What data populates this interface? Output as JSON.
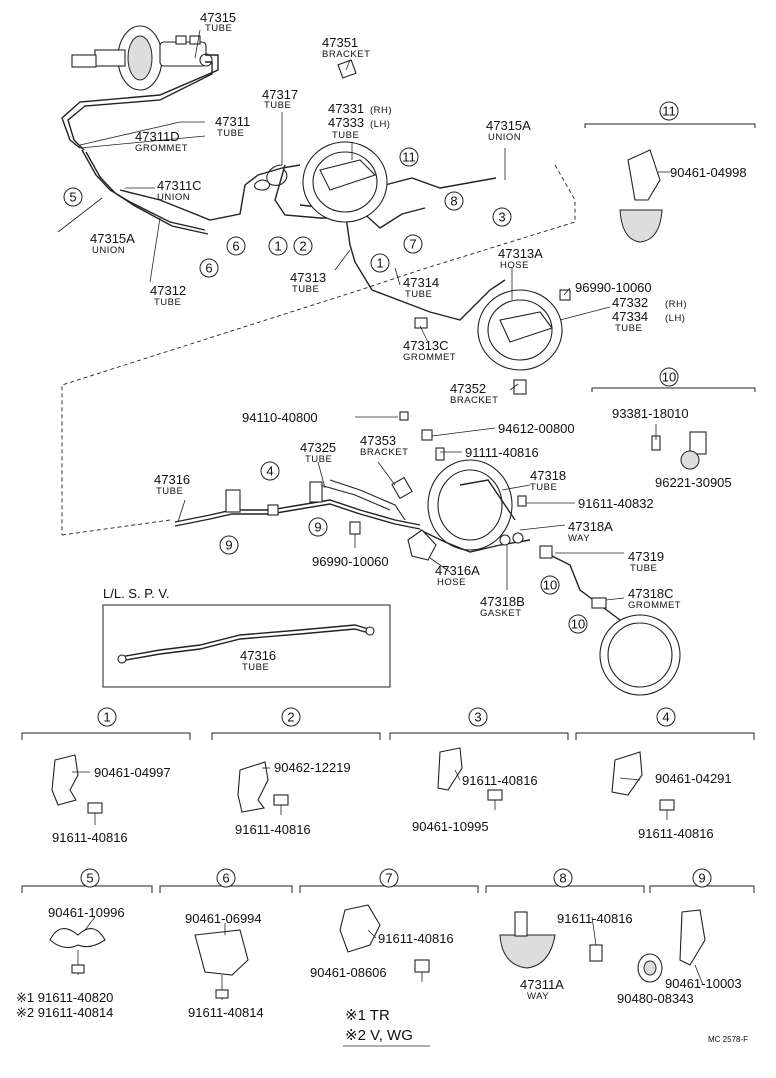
{
  "labels": {
    "p47315": "47315",
    "p47315_sub": "TUBE",
    "p47351": "47351",
    "p47351_sub": "BRACKET",
    "p47317": "47317",
    "p47317_sub": "TUBE",
    "p47311": "47311",
    "p47311_sub": "TUBE",
    "p47311D": "47311D",
    "p47311D_sub": "GROMMET",
    "p47331": "47331",
    "p47331_rh": "(RH)",
    "p47333": "47333",
    "p47333_lh": "(LH)",
    "p47333_sub": "TUBE",
    "p47315A_top": "47315A",
    "p47315A_top_sub": "UNION",
    "p47311C": "47311C",
    "p47311C_sub": "UNION",
    "p47315A_left": "47315A",
    "p47315A_left_sub": "UNION",
    "p47312": "47312",
    "p47312_sub": "TUBE",
    "p47313": "47313",
    "p47313_sub": "TUBE",
    "p47314": "47314",
    "p47314_sub": "TUBE",
    "p47313A": "47313A",
    "p47313A_sub": "HOSE",
    "p96990_top": "96990-10060",
    "p47332": "47332",
    "p47332_rh": "(RH)",
    "p47334": "47334",
    "p47334_lh": "(LH)",
    "p47334_sub": "TUBE",
    "p47313C": "47313C",
    "p47313C_sub": "GROMMET",
    "p47352": "47352",
    "p47352_sub": "BRACKET",
    "p90461_04998": "90461-04998",
    "p93381": "93381-18010",
    "p96221": "96221-30905",
    "p94110": "94110-40800",
    "p94612": "94612-00800",
    "p91111": "91111-40816",
    "p47325": "47325",
    "p47325_sub": "TUBE",
    "p47353": "47353",
    "p47353_sub": "BRACKET",
    "p47318": "47318",
    "p47318_sub": "TUBE",
    "p91611_40832": "91611-40832",
    "p47316_top": "47316",
    "p47316_top_sub": "TUBE",
    "p47318A": "47318A",
    "p47318A_sub": "WAY",
    "p47319": "47319",
    "p47319_sub": "TUBE",
    "p96990_mid": "96990-10060",
    "p47316A": "47316A",
    "p47316A_sub": "HOSE",
    "p47318B": "47318B",
    "p47318B_sub": "GASKET",
    "p47318C": "47318C",
    "p47318C_sub": "GROMMET",
    "lspv_title": "L/L. S. P. V.",
    "p47316_lspv": "47316",
    "p47316_lspv_sub": "TUBE"
  },
  "callouts": {
    "c1a": "1",
    "c1b": "1",
    "c2": "2",
    "c3": "3",
    "c4": "4",
    "c5": "5",
    "c6a": "6",
    "c6b": "6",
    "c7": "7",
    "c8": "8",
    "c9a": "9",
    "c9b": "9",
    "c10a": "10",
    "c10b": "10",
    "c10c": "10",
    "c11a": "11",
    "c11b": "11"
  },
  "detail_groups": [
    {
      "num": "1",
      "parts": [
        "90461-04997",
        "91611-40816"
      ]
    },
    {
      "num": "2",
      "parts": [
        "90462-12219",
        "91611-40816"
      ]
    },
    {
      "num": "3",
      "parts": [
        "91611-40816",
        "90461-10995"
      ]
    },
    {
      "num": "4",
      "parts": [
        "90461-04291",
        "91611-40816"
      ]
    },
    {
      "num": "5",
      "parts": [
        "90461-10996",
        "※1 91611-40820",
        "※2 91611-40814"
      ]
    },
    {
      "num": "6",
      "parts": [
        "90461-06994",
        "91611-40814"
      ]
    },
    {
      "num": "7",
      "parts": [
        "91611-40816",
        "90461-08606"
      ]
    },
    {
      "num": "8",
      "parts": [
        "91611-40816",
        "47311A",
        "WAY"
      ]
    },
    {
      "num": "9",
      "parts": [
        "90461-10003",
        "90480-08343"
      ]
    }
  ],
  "notes": {
    "n1": "※1 TR",
    "n2": "※2 V, WG"
  },
  "footer": {
    "code": "MC 2578-F"
  }
}
